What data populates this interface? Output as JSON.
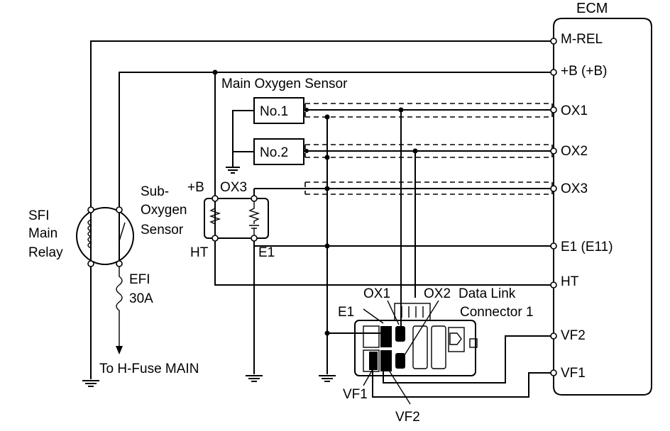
{
  "ecm": {
    "title": "ECM",
    "terminals": [
      "M-REL",
      "+B (+B)",
      "OX1",
      "OX2",
      "OX3",
      "E1 (E11)",
      "HT",
      "VF2",
      "VF1"
    ]
  },
  "main_oxygen_sensor": {
    "title": "Main Oxygen Sensor",
    "sensor_1": "No.1",
    "sensor_2": "No.2"
  },
  "sub_oxygen_sensor": {
    "title_line1": "Sub-",
    "title_line2": "Oxygen",
    "title_line3": "Sensor",
    "pin_b": "+B",
    "pin_ox3": "OX3",
    "pin_ht": "HT",
    "pin_e1": "E1"
  },
  "relay": {
    "line1": "SFI",
    "line2": "Main",
    "line3": "Relay"
  },
  "fuse": {
    "line1": "EFI",
    "line2": "30A"
  },
  "h_fuse": "To H-Fuse MAIN",
  "dlc": {
    "title_line1": "Data Link",
    "title_line2": "Connector 1",
    "pin_ox1": "OX1",
    "pin_ox2": "OX2",
    "pin_e1": "E1",
    "pin_vf1": "VF1",
    "pin_vf2": "VF2"
  }
}
